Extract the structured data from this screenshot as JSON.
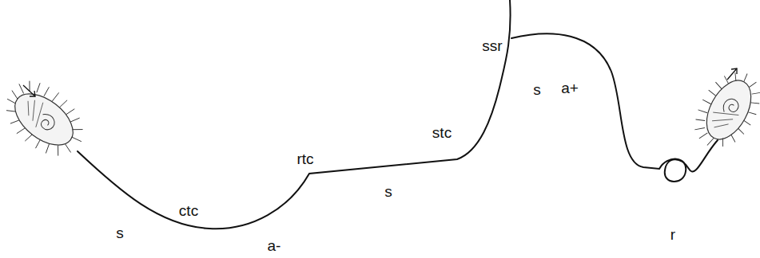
{
  "diagram": {
    "labels": [
      "s",
      "ctc",
      "a-",
      "rtc",
      "s",
      "stc",
      "s",
      "ssr",
      "a+",
      "r"
    ]
  }
}
